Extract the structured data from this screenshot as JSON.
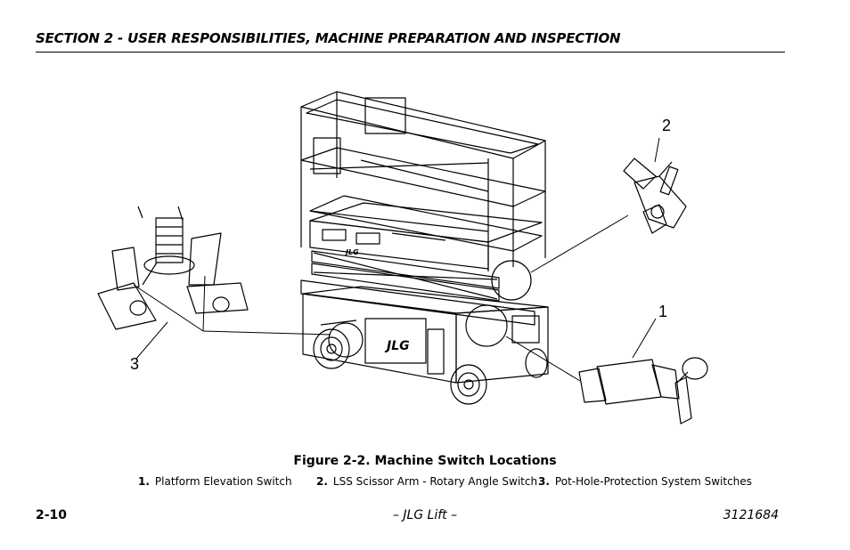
{
  "header": {
    "title": "SECTION 2 - USER RESPONSIBILITIES, MACHINE PREPARATION AND INSPECTION"
  },
  "figure": {
    "callouts": [
      "1",
      "2",
      "3"
    ],
    "brand_mark": "JLG",
    "caption": "Figure 2-2. Machine Switch Locations",
    "legend": [
      {
        "number": "1.",
        "label": "Platform Elevation Switch"
      },
      {
        "number": "2.",
        "label": "LSS Scissor Arm - Rotary Angle Switch"
      },
      {
        "number": "3.",
        "label": "Pot-Hole-Protection System Switches"
      }
    ]
  },
  "footer": {
    "page": "2-10",
    "center": "– JLG Lift –",
    "doc_number": "3121684"
  }
}
